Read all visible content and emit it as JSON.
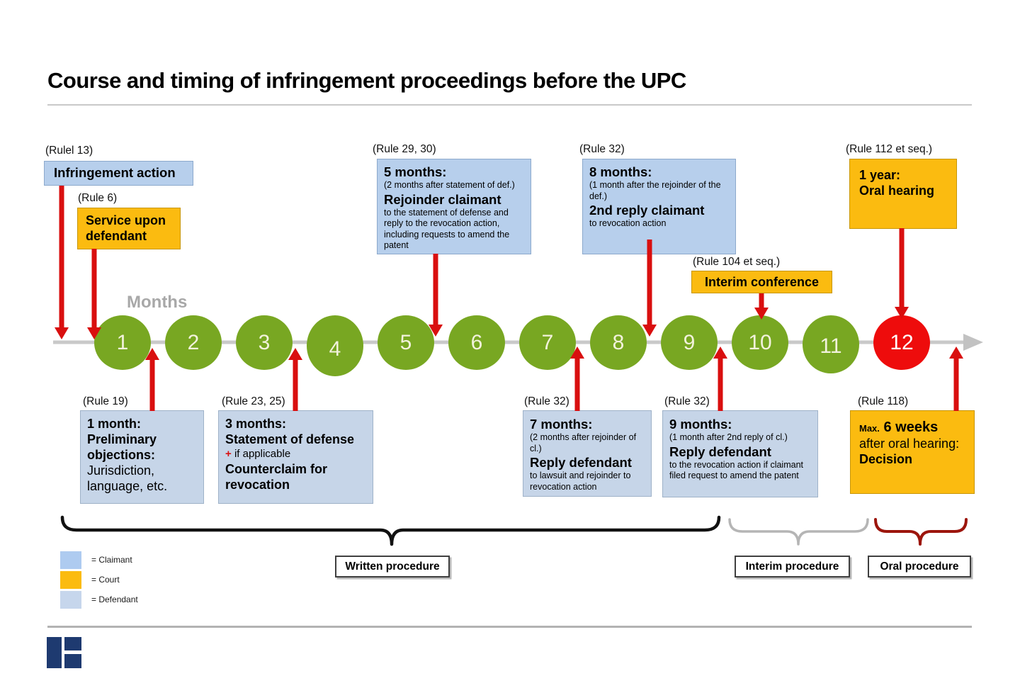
{
  "title": "Course and timing of infringement proceedings before the UPC",
  "months_label": "Months",
  "timeline": {
    "months": [
      "1",
      "2",
      "3",
      "4",
      "5",
      "6",
      "7",
      "8",
      "9",
      "10",
      "11",
      "12"
    ]
  },
  "annotations": {
    "infringement": {
      "rule": "(Rulel 13)",
      "label": "Infringement action"
    },
    "service": {
      "rule": "(Rule 6)",
      "label": "Service upon defendant"
    },
    "rejoinder": {
      "rule": "(Rule 29, 30)",
      "heading": "5 months:",
      "sub": "(2 months after statement of def.)",
      "title": "Rejoinder claimant",
      "body": "to the statement of defense and reply to the revocation action, including requests to amend the patent"
    },
    "second_reply": {
      "rule": "(Rule 32)",
      "heading": "8 months:",
      "sub": "(1 month after the rejoinder of the def.)",
      "title": "2nd reply claimant",
      "body": "to revocation action"
    },
    "oral_hearing": {
      "rule": "(Rule 112 et seq.)",
      "line1": "1 year:",
      "line2": "Oral hearing"
    },
    "interim_conference": {
      "rule": "(Rule 104 et seq.)",
      "label": "Interim conference"
    },
    "preliminary": {
      "rule": "(Rule 19)",
      "heading": "1 month:",
      "title": "Preliminary objections:",
      "body": "Jurisdiction, language, etc."
    },
    "defense": {
      "rule": "(Rule 23, 25)",
      "heading": "3 months:",
      "title": "Statement of defense",
      "plus": "+",
      "plus_text": "if applicable",
      "title2": "Counterclaim for revocation"
    },
    "reply_defendant_7": {
      "rule": "(Rule 32)",
      "heading": "7 months:",
      "sub": "(2 months after rejoinder of cl.)",
      "title": "Reply defendant",
      "body": "to lawsuit and rejoinder to revocation action"
    },
    "reply_defendant_9": {
      "rule": "(Rule 32)",
      "heading": "9 months:",
      "sub": "(1 month after 2nd reply of cl.)",
      "title": "Reply defendant",
      "body": "to the revocation action if claimant filed request to amend the patent"
    },
    "decision": {
      "rule": "(Rule 118)",
      "max": "Max.",
      "weeks": " 6 weeks",
      "line2": "after oral hearing:",
      "line3": "Decision"
    }
  },
  "procedures": [
    {
      "label": "Written procedure"
    },
    {
      "label": "Interim procedure"
    },
    {
      "label": "Oral procedure"
    }
  ],
  "legend": [
    {
      "label": "= Claimant",
      "color": "#aecbf0"
    },
    {
      "label": "= Court",
      "color": "#fbbb10"
    },
    {
      "label": "= Defendant",
      "color": "#c6d6ec"
    }
  ],
  "colors": {
    "claimant_blue": "#b7cfec",
    "defendant_blue": "#c6d5e8",
    "court_orange": "#fbbb10",
    "timeline_green": "#78a722",
    "month12_red": "#ee0c0c",
    "arrow_red": "#d90f0f",
    "timeline_grey": "#c9c9c9",
    "brace_black": "#111111",
    "brace_grey": "#b5b5b5",
    "brace_darkred": "#9c150c",
    "logo_navy": "#1e3a70"
  }
}
